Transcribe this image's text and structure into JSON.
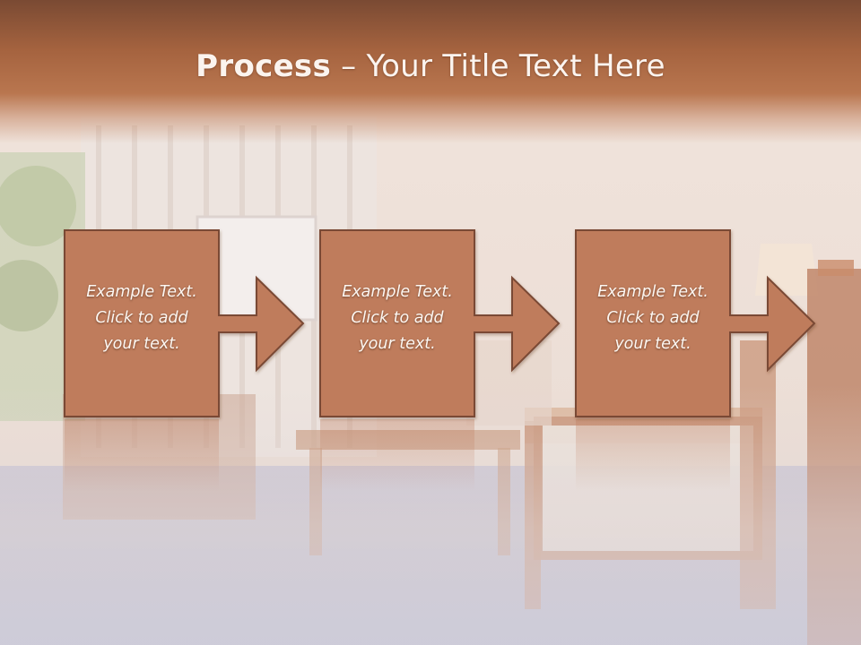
{
  "slide": {
    "title_bold": "Process",
    "title_rest": " – Your Title Text Here",
    "steps": [
      {
        "line1": "Example Text.",
        "line2": "Click  to add",
        "line3": "your text."
      },
      {
        "line1": "Example Text.",
        "line2": "Click  to add",
        "line3": "your text."
      },
      {
        "line1": "Example Text.",
        "line2": "Click  to add",
        "line3": "your text."
      }
    ]
  },
  "colors": {
    "box_fill": "#bf7b5c",
    "box_stroke": "#7a4934",
    "title_band": "#a5633f",
    "text": "#fdf7f2"
  }
}
